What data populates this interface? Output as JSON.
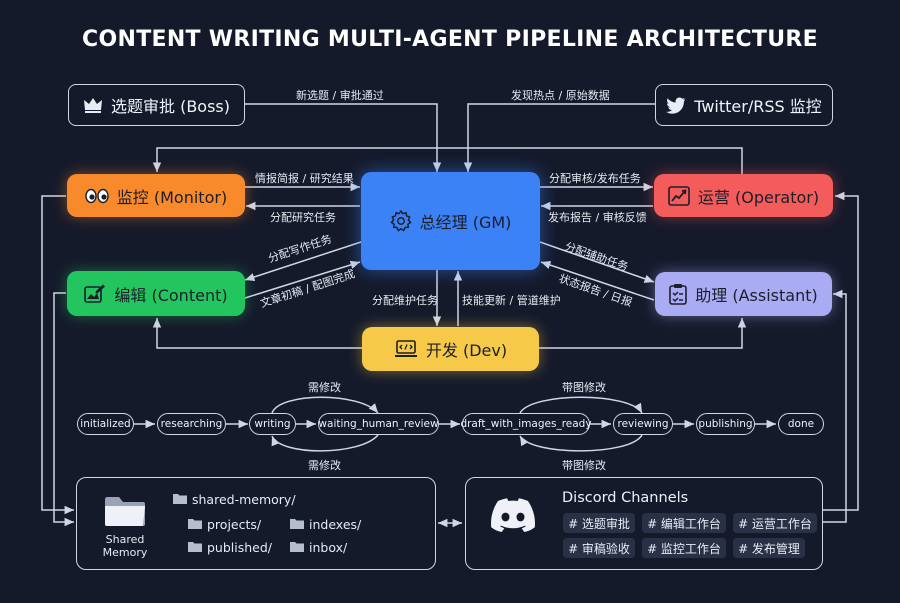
{
  "title": "CONTENT WRITING MULTI-AGENT PIPELINE ARCHITECTURE",
  "colors": {
    "background": "#151a2b",
    "monitor": "#f98a2c",
    "content": "#22c55e",
    "gm": "#3b82f6",
    "operator": "#f45b5b",
    "assistant": "#a9acf3",
    "dev": "#f7c948",
    "wire": "#cfd6e4"
  },
  "nodes": {
    "boss": {
      "label": "选题审批 (Boss)",
      "icon": "crown-icon"
    },
    "twitter": {
      "label": "Twitter/RSS 监控",
      "icon": "twitter-icon"
    },
    "monitor": {
      "label": "监控 (Monitor)",
      "icon": "eyes-icon"
    },
    "content": {
      "label": "编辑 (Content)",
      "icon": "edit-icon"
    },
    "gm": {
      "label": "总经理 (GM)",
      "icon": "gear-icon"
    },
    "operator": {
      "label": "运营 (Operator)",
      "icon": "chart-icon"
    },
    "assistant": {
      "label": "助理 (Assistant)",
      "icon": "clipboard-icon"
    },
    "dev": {
      "label": "开发 (Dev)",
      "icon": "laptop-icon"
    }
  },
  "edges": {
    "boss_gm": "新选题 / 审批通过",
    "twitter_gm": "发现热点 / 原始数据",
    "monitor_to_gm": "情报简报 / 研究结果",
    "gm_to_monitor": "分配研究任务",
    "gm_to_content": "分配写作任务",
    "content_to_gm": "文章初稿 / 配图完成",
    "gm_to_operator": "分配审核/发布任务",
    "operator_to_gm": "发布报告 / 审核反馈",
    "gm_to_assistant": "分配辅助任务",
    "assistant_to_gm": "状态报告 / 日报",
    "gm_to_dev": "分配维护任务",
    "dev_to_gm": "技能更新 / 管道维护"
  },
  "pipeline": {
    "states": [
      "initialized",
      "researching",
      "writing",
      "waiting_human_review",
      "draft_with_images_ready",
      "reviewing",
      "publishing",
      "done"
    ],
    "loop_label_1_top": "需修改",
    "loop_label_1_bottom": "需修改",
    "loop_label_2_top": "带图修改",
    "loop_label_2_bottom": "带图修改"
  },
  "memory": {
    "icon_label_line1": "Shared",
    "icon_label_line2": "Memory",
    "root": "shared-memory/",
    "folders": [
      "projects/",
      "indexes/",
      "published/",
      "inbox/"
    ]
  },
  "discord": {
    "title": "Discord Channels",
    "channels": [
      "# 选题审批",
      "# 编辑工作台",
      "# 运营工作台",
      "# 审稿验收",
      "# 监控工作台",
      "# 发布管理"
    ]
  }
}
